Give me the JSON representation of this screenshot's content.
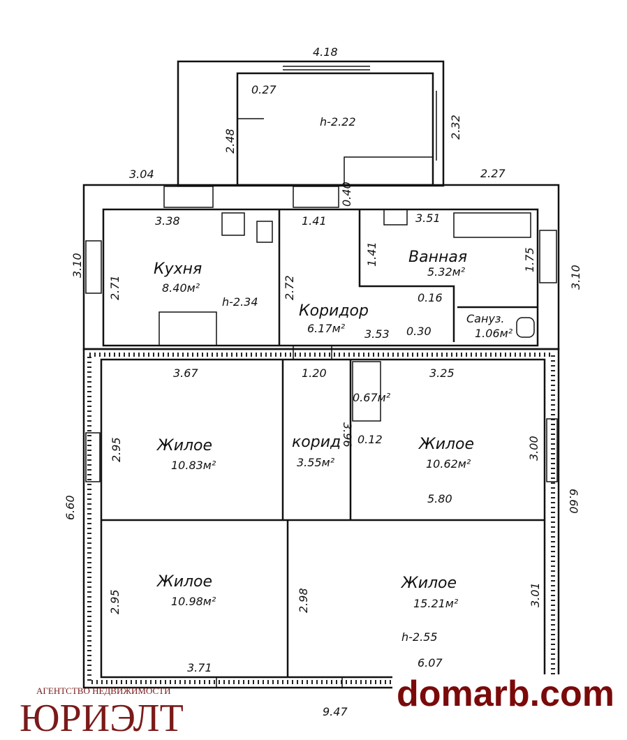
{
  "rooms": {
    "kitchen": {
      "name": "Кухня",
      "area": "8.40м²",
      "height": "h-2.34"
    },
    "corridor": {
      "name": "Коридор",
      "area": "6.17м²"
    },
    "bath": {
      "name": "Ванная",
      "area": "5.32м²"
    },
    "wc": {
      "name": "Сануз.",
      "area": "1.06м²"
    },
    "living1": {
      "name": "Жилое",
      "area": "10.83м²"
    },
    "korid": {
      "name": "корид",
      "area": "3.55м²"
    },
    "living2": {
      "name": "Жилое",
      "area": "10.62м²"
    },
    "living3": {
      "name": "Жилое",
      "area": "10.98м²"
    },
    "living4": {
      "name": "Жилое",
      "area": "15.21м²",
      "height": "h-2.55"
    },
    "annex": {
      "height": "h-2.22"
    },
    "closet": {
      "area": "0.67м²"
    }
  },
  "dims": [
    "4.18",
    "0.27",
    "2.48",
    "2.32",
    "3.04",
    "2.27",
    "0.40",
    "3.38",
    "1.41",
    "3.51",
    "1.41",
    "3.10",
    "2.71",
    "2.72",
    "1.75",
    "3.10",
    "0.16",
    "3.53",
    "0.30",
    "3.67",
    "1.20",
    "3.25",
    "2.95",
    "3.96",
    "0.12",
    "3.00",
    "6.60",
    "5.80",
    "6.60",
    "2.95",
    "2.98",
    "3.01",
    "3.71",
    "6.07",
    "9.47"
  ],
  "watermark": "domarb.com",
  "logo": {
    "agency": "АГЕНТСТВО НЕДВИЖИМОСТИ",
    "brand": "ЮРИЭЛТ"
  }
}
